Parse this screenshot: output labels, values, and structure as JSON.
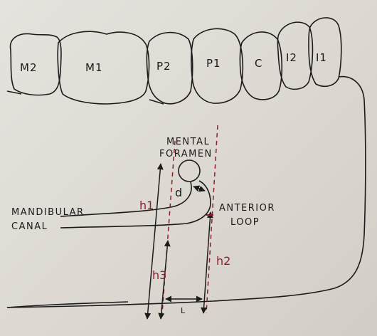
{
  "teeth": [
    {
      "key": "m2",
      "label": "M2"
    },
    {
      "key": "m1",
      "label": "M1"
    },
    {
      "key": "p2",
      "label": "P2"
    },
    {
      "key": "p1",
      "label": "P1"
    },
    {
      "key": "c",
      "label": "C"
    },
    {
      "key": "i2",
      "label": "I2"
    },
    {
      "key": "i1",
      "label": "I1"
    }
  ],
  "labels": {
    "mental_foramen_line1": "MENTAL",
    "mental_foramen_line2": "FORAMEN",
    "mandibular_canal_line1": "MANDIBULAR",
    "mandibular_canal_line2": "CANAL",
    "anterior_loop_line1": "ANTERIOR",
    "anterior_loop_line2": "LOOP",
    "h1": "h1",
    "h2": "h2",
    "h3": "h3",
    "d": "d",
    "L": "L"
  },
  "colors": {
    "ink": "#1b1b1b",
    "red_ink": "#8a1f2e",
    "paper": "#e2dfda"
  }
}
